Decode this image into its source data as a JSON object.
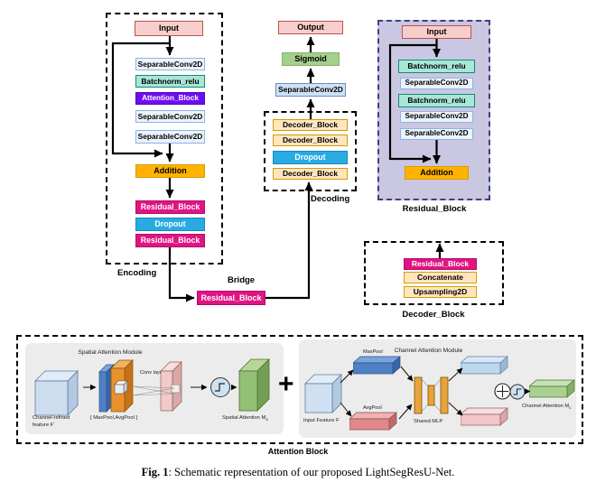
{
  "figure": {
    "caption_bold": "Fig. 1",
    "caption_rest": ": Schematic representation of our proposed LightSegResU-Net."
  },
  "encoder": {
    "section_label": "Encoding",
    "input": "Input",
    "stack1": [
      "SeparableConv2D",
      "Batchnorm_relu",
      "Attention_Block",
      "SeparableConv2D",
      "SeparableConv2D"
    ],
    "addition": "Addition",
    "stack2": [
      "Residual_Block",
      "Dropout",
      "Residual_Block"
    ]
  },
  "decoder_column": {
    "section_label": "Decoding",
    "output": "Output",
    "sigmoid": "Sigmoid",
    "sepconv": "SeparableConv2D",
    "stack": [
      "Decoder_Block",
      "Decoder_Block",
      "Dropout",
      "Decoder_Block"
    ]
  },
  "bridge": {
    "section_label": "Bridge",
    "block": "Residual_Block"
  },
  "residual_detail": {
    "section_label": "Residual_Block",
    "input": "Input",
    "stack": [
      "Batchnorm_relu",
      "SeparableConv2D",
      "Batchnorm_relu",
      "SeparableConv2D",
      "SeparableConv2D"
    ],
    "addition": "Addition"
  },
  "decoder_detail": {
    "section_label": "Decoder_Block",
    "stack": [
      "Residual_Block",
      "Concatenate",
      "Upsampling2D"
    ]
  },
  "attention_block": {
    "section_label": "Attention Block",
    "plus": "+",
    "spatial": {
      "title": "Spatial Attention Module",
      "input_line1": "Channel-refined",
      "input_line2": "feature F'",
      "pool_label": "[ MaxPool,AvgPool ]",
      "conv_label": "Conv layer",
      "output_label": "Spatial Attention M",
      "output_sub": "s"
    },
    "channel": {
      "title": "Channel Attention Module",
      "input_label": "Input Feature F",
      "maxpool": "MaxPool",
      "avgpool": "AvgPool",
      "mlp": "Shared MLP",
      "output_label": "Channel Attention M",
      "output_sub": "c"
    }
  },
  "colors": {
    "input_bg": "#f8cecc",
    "input_border": "#b85450",
    "sepconv_bg": "#edf3fc",
    "sepconv_border": "#8db3e2",
    "batchnorm_bg": "#a8e6d8",
    "batchnorm_border": "#128a75",
    "attention_bg": "#6e0df2",
    "addition_bg": "#ffb300",
    "residual_bg": "#e01483",
    "dropout_bg": "#29abe2",
    "decoder_bg": "#ffe6c0",
    "decoder_border": "#d79b00",
    "sigmoid_bg": "#a5cf8d",
    "residual_panel_bg": "#c9c7e2",
    "module_panel_bg": "#ececec"
  }
}
